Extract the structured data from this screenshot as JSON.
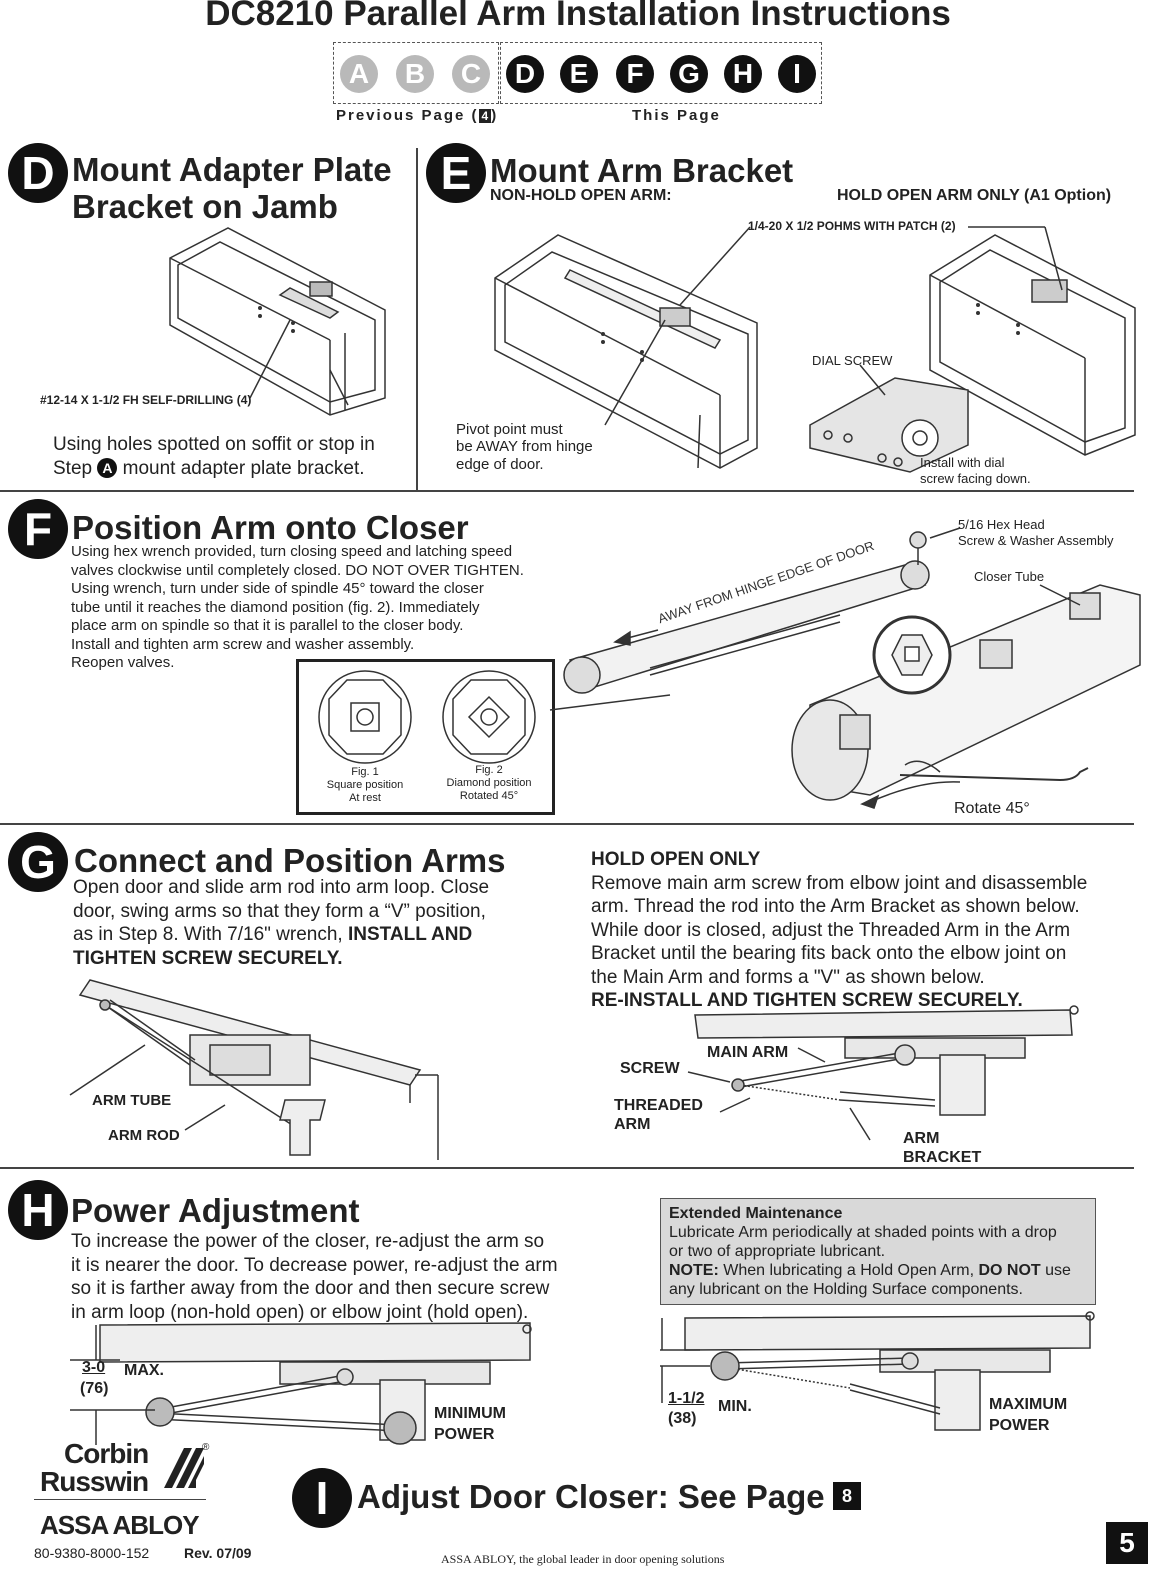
{
  "header": {
    "title": "DC8210 Parallel Arm Installation Instructions",
    "steps_prev": [
      "A",
      "B",
      "C"
    ],
    "steps_current": [
      "D",
      "E",
      "F",
      "G",
      "H",
      "I"
    ],
    "prev_label": "Previous Page (",
    "prev_page": "4",
    "prev_label_end": ")",
    "this_label": "This Page"
  },
  "stepD": {
    "letter": "D",
    "title_line1": "Mount Adapter Plate",
    "title_line2": "Bracket on Jamb",
    "screw_label": "#12-14 X 1-1/2 FH SELF-DRILLING (4)",
    "text_a": "Using holes spotted on soffit or stop in",
    "text_b_pre": "Step",
    "text_b_circle": "A",
    "text_b_post": "mount adapter plate bracket."
  },
  "stepE": {
    "letter": "E",
    "title": "Mount Arm Bracket",
    "non_hold": "NON-HOLD OPEN ARM:",
    "hold_only": "HOLD OPEN ARM ONLY (A1 Option)",
    "screw_label": "1/4-20 X 1/2 POHMS WITH PATCH (2)",
    "dial_screw": "DIAL SCREW",
    "pivot_1": "Pivot point must",
    "pivot_2": "be AWAY from hinge",
    "pivot_3": "edge of door.",
    "install_1": "Install with dial",
    "install_2": "screw facing down."
  },
  "stepF": {
    "letter": "F",
    "title": "Position Arm onto Closer",
    "lines": [
      "Using hex wrench provided, turn closing speed and latching speed",
      "valves clockwise until completely closed. DO NOT OVER TIGHTEN.",
      "Using wrench, turn under side of spindle 45° toward the closer",
      "tube until it reaches the diamond position (fig. 2). Immediately",
      "place arm on spindle so that it is parallel to the closer body.",
      "Install and tighten arm screw and washer assembly.",
      "Reopen valves."
    ],
    "fig1_a": "Fig. 1",
    "fig1_b": "Square position",
    "fig1_c": "At rest",
    "fig2_a": "Fig. 2",
    "fig2_b": "Diamond position",
    "fig2_c": "Rotated 45°",
    "away_label": "AWAY FROM HINGE EDGE OF DOOR",
    "hex_1": "5/16 Hex Head",
    "hex_2": "Screw & Washer Assembly",
    "closer_tube": "Closer Tube",
    "rotate": "Rotate 45°"
  },
  "stepG": {
    "letter": "G",
    "title": "Connect and Position Arms",
    "line1": "Open door and slide arm rod into arm loop.  Close",
    "line2": "door, swing arms so that they form a “V” position,",
    "line3": "as in Step 8.  With 7/16\" wrench,",
    "line3_bold": "INSTALL AND",
    "line4_bold": "TIGHTEN SCREW SECURELY.",
    "arm_tube": "ARM TUBE",
    "arm_rod": "ARM ROD",
    "hold_title": "HOLD OPEN ONLY",
    "hold_lines": [
      "Remove main arm screw from elbow joint and disassemble",
      "arm.  Thread the rod into the Arm Bracket as shown below.",
      "While door is closed, adjust the Threaded Arm in the Arm",
      "Bracket until the bearing fits back onto the elbow joint on",
      "the Main Arm and forms a \"V\" as shown below."
    ],
    "hold_bold": "RE-INSTALL AND TIGHTEN SCREW SECURELY.",
    "main_arm": "MAIN ARM",
    "screw": "SCREW",
    "threaded_1": "THREADED",
    "threaded_2": "ARM",
    "bracket_1": "ARM",
    "bracket_2": "BRACKET"
  },
  "stepH": {
    "letter": "H",
    "title": "Power Adjustment",
    "lines": [
      "To increase the power of the closer, re-adjust the arm so",
      "it is nearer the door. To decrease power, re-adjust the arm",
      "so it is farther away from the door and then secure screw",
      "in arm loop (non-hold open) or elbow joint (hold open)."
    ],
    "max_dim": "3-0",
    "max_mm": "(76)",
    "max_label": "MAX.",
    "min_power_1": "MINIMUM",
    "min_power_2": "POWER",
    "min_dim": "1-1/2",
    "min_mm": "(38)",
    "min_label": "MIN.",
    "max_power_1": "MAXIMUM",
    "max_power_2": "POWER",
    "maint_title": "Extended Maintenance",
    "maint_l1": "Lubricate Arm periodically at shaded points with a drop",
    "maint_l2": "or two of appropriate lubricant.",
    "maint_note": "NOTE:",
    "maint_l3": " When lubricating a Hold Open Arm, ",
    "maint_donot": "DO NOT",
    "maint_l3b": " use",
    "maint_l4": "any lubricant on the Holding Surface components."
  },
  "stepI": {
    "letter": "I",
    "title": "Adjust Door Closer: See Page",
    "page": "8"
  },
  "footer": {
    "brand_1": "Corbin",
    "brand_2": "Russwin",
    "reg": "®",
    "parent": "ASSA ABLOY",
    "doc_no": "80-9380-8000-152",
    "rev": "Rev. 07/09",
    "tagline": "ASSA ABLOY, the global leader in door opening solutions",
    "page_number": "5"
  }
}
